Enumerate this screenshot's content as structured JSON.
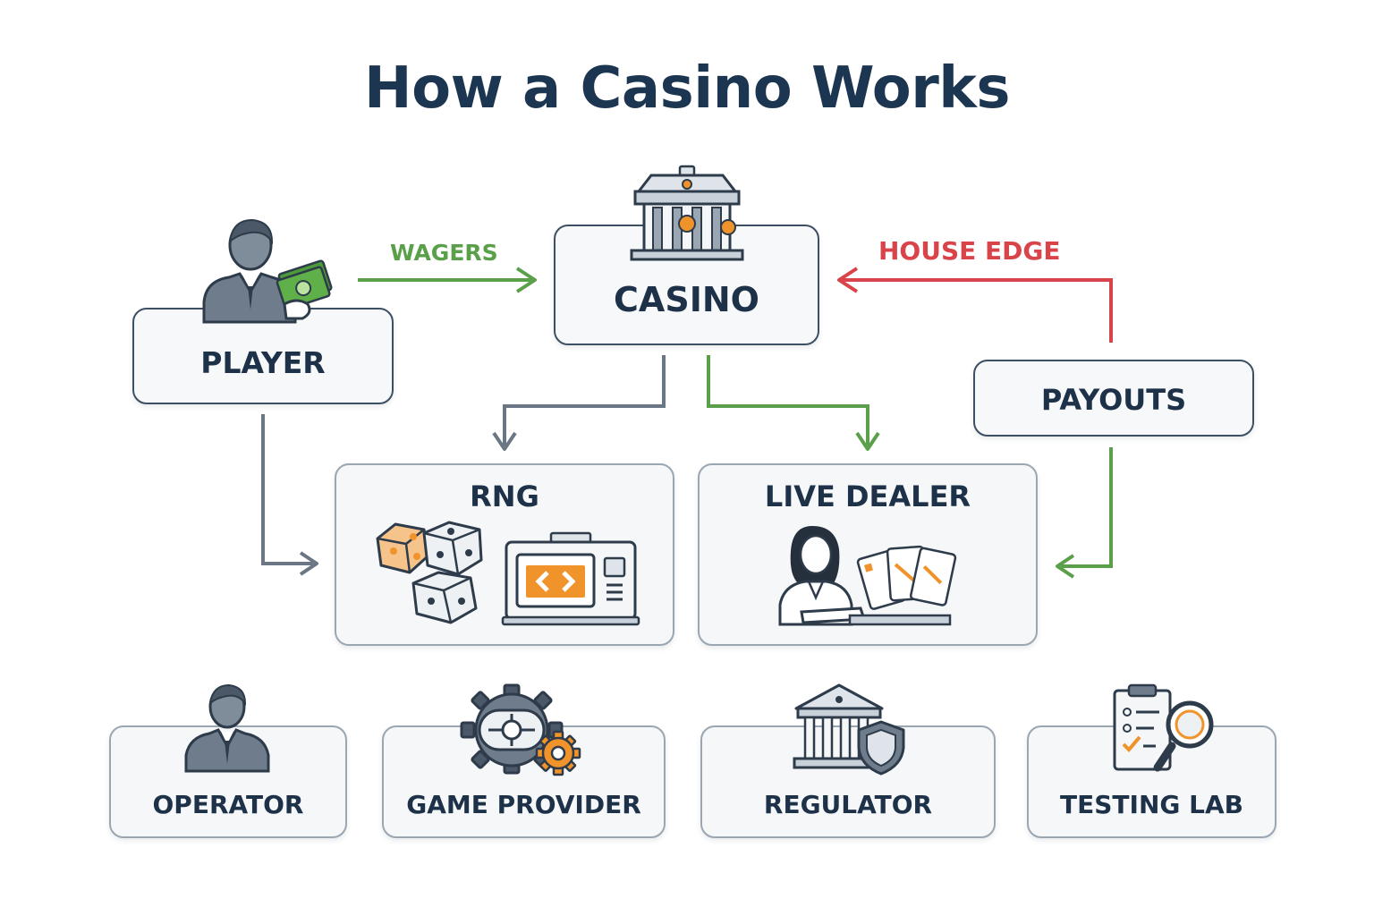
{
  "title": "How a Casino Works",
  "nodes": {
    "player": "PLAYER",
    "casino": "CASINO",
    "payouts": "PAYOUTS",
    "rng": "RNG",
    "live_dealer": "LIVE DEALER",
    "operator": "OPERATOR",
    "game_provider": "GAME PROVIDER",
    "regulator": "REGULATOR",
    "testing_lab": "TESTING LAB"
  },
  "edges": {
    "wagers": "WAGERS",
    "house_edge": "HOUSE EDGE"
  },
  "colors": {
    "title": "#1c3550",
    "node_border": "#3d4f63",
    "wagers_arrow": "#5aa04a",
    "house_edge_arrow": "#d9434a",
    "neutral_arrow": "#6b7684",
    "accent_orange": "#f0932b"
  },
  "icons": [
    "player-with-cash-icon",
    "casino-building-icon",
    "dice-icon",
    "slot-machine-icon",
    "dealer-with-cards-icon",
    "operator-person-icon",
    "gears-icon",
    "government-building-icon",
    "shield-icon",
    "clipboard-magnifier-icon"
  ]
}
